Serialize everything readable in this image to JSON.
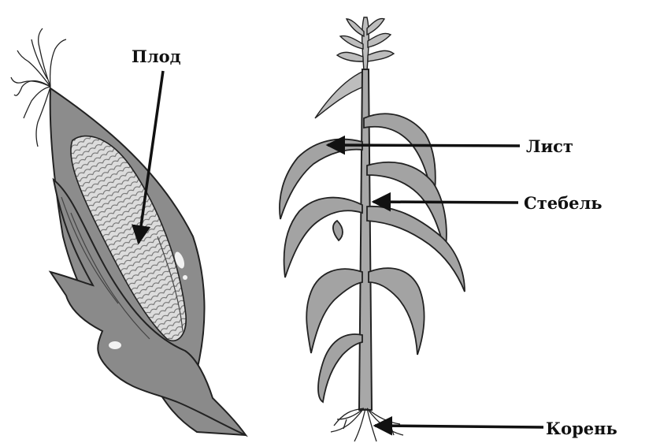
{
  "labels": {
    "fruit": "Плод",
    "leaf": "Лист",
    "stem": "Стебель",
    "root": "Корень"
  },
  "colors": {
    "ink": "#111111",
    "husk": "#8a8a8a",
    "husk_dark": "#5e5e5e",
    "kernels": "#d4d4d4",
    "leaf": "#a3a3a3"
  }
}
